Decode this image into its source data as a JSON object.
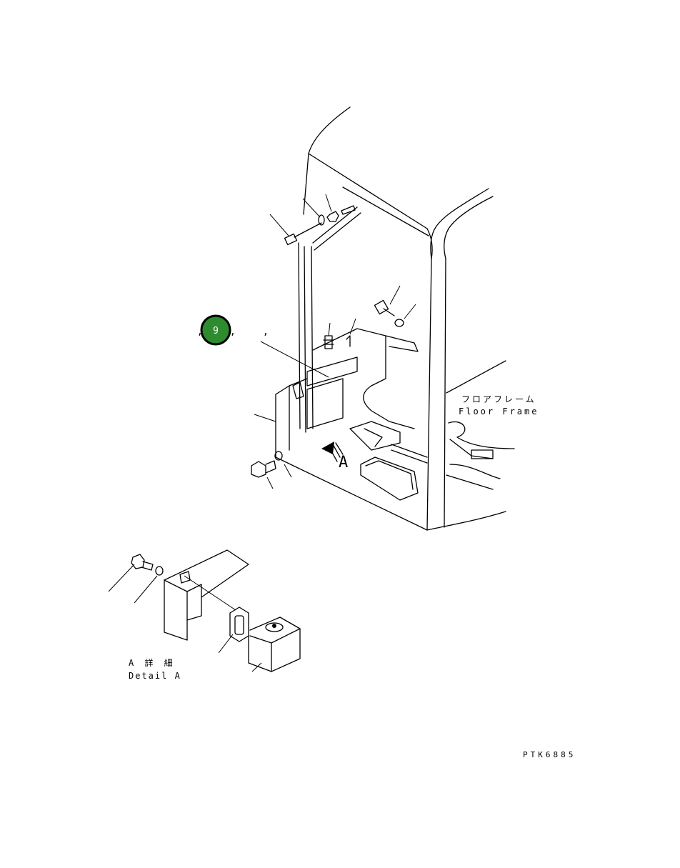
{
  "callout": {
    "number": "9",
    "fill": "#2e8b2e",
    "ring": "#000000",
    "text_color": "#ffffff"
  },
  "commas": [
    ",",
    ",",
    ","
  ],
  "labels": {
    "floor_frame_jp": "フロアフレーム",
    "floor_frame_en": "Floor Frame",
    "view_arrow": "A",
    "detail_jp": "A 詳 細",
    "detail_en": "Detail A",
    "drawing_code": "PTK6885"
  }
}
